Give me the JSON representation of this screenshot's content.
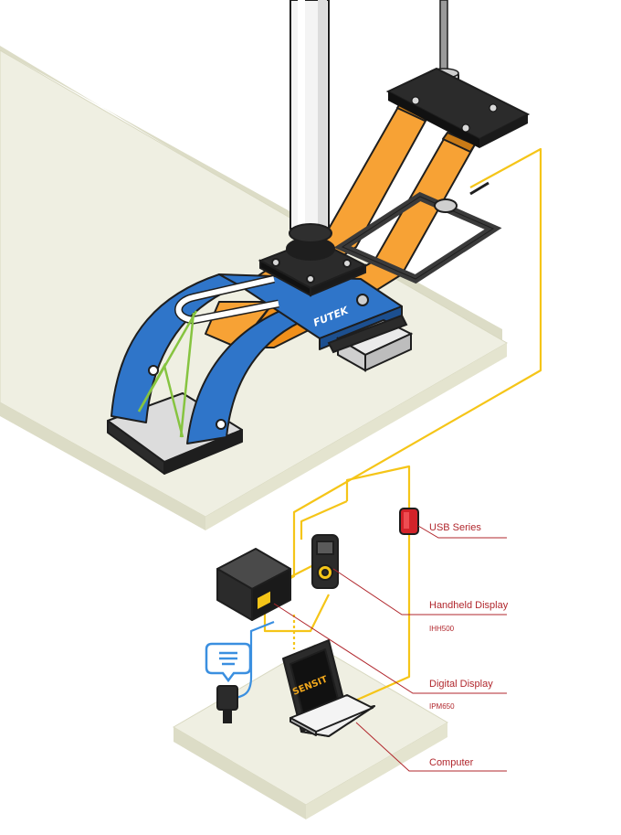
{
  "fixture": {
    "brand_label": "FUTEK"
  },
  "laptop": {
    "screen_text": "SENSIT"
  },
  "callouts": [
    {
      "label": "USB Series",
      "sub": ""
    },
    {
      "label": "Handheld Display",
      "sub": "IHH500"
    },
    {
      "label": "Digital Display",
      "sub": "IPM650"
    },
    {
      "label": "Computer",
      "sub": ""
    }
  ],
  "icons": {
    "chat": "speech-bubble-icon",
    "sensor": "sensor-plug-icon"
  },
  "colors": {
    "floor": "#efefe2",
    "floor_edge": "#dcdcc6",
    "fixture_blue": "#2f75c9",
    "arm_orange": "#f7a235",
    "cable_yellow": "#f5c518",
    "cable_blue": "#3a8fe0",
    "cable_green": "#86c440",
    "callout_red": "#b1272d",
    "plate_dark": "#2b2b2b"
  }
}
